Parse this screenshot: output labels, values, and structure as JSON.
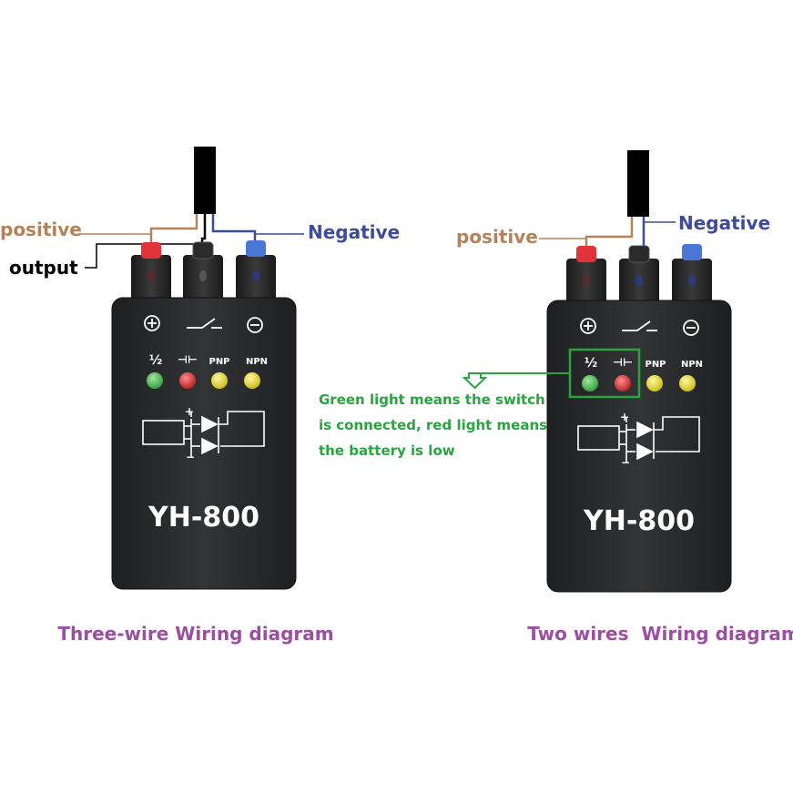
{
  "colors": {
    "positive": "#b5835a",
    "negative": "#3c4b9c",
    "output": "#000000",
    "annotation": "#2aa43f",
    "caption": "#9b4fa0",
    "device_body": "#2a2b2c",
    "led_green": "#3cb043",
    "led_red": "#d42a2a",
    "led_yellow": "#e3d51c",
    "terminal_red": "#e0343a",
    "terminal_black": "#2a2a2a",
    "terminal_blue": "#4a76d6"
  },
  "left_diagram": {
    "positive_label": "positive",
    "output_label": "output",
    "negative_label": "Negative",
    "device": {
      "model": "YH-800",
      "led_labels": [
        "½",
        "⊣⊢",
        "PNP",
        "NPN"
      ],
      "symbols": [
        "plus-circle",
        "switch",
        "minus-circle"
      ]
    },
    "caption": "Three-wire Wiring diagram"
  },
  "right_diagram": {
    "positive_label": "positive",
    "negative_label": "Negative",
    "device": {
      "model": "YH-800",
      "led_labels": [
        "½",
        "⊣⊢",
        "PNP",
        "NPN"
      ],
      "symbols": [
        "plus-circle",
        "switch",
        "minus-circle"
      ]
    },
    "caption": "Two wires  Wiring diagram"
  },
  "annotation": {
    "lines": [
      "Green light means the switch",
      "is connected, red light means",
      "the battery is low"
    ]
  }
}
